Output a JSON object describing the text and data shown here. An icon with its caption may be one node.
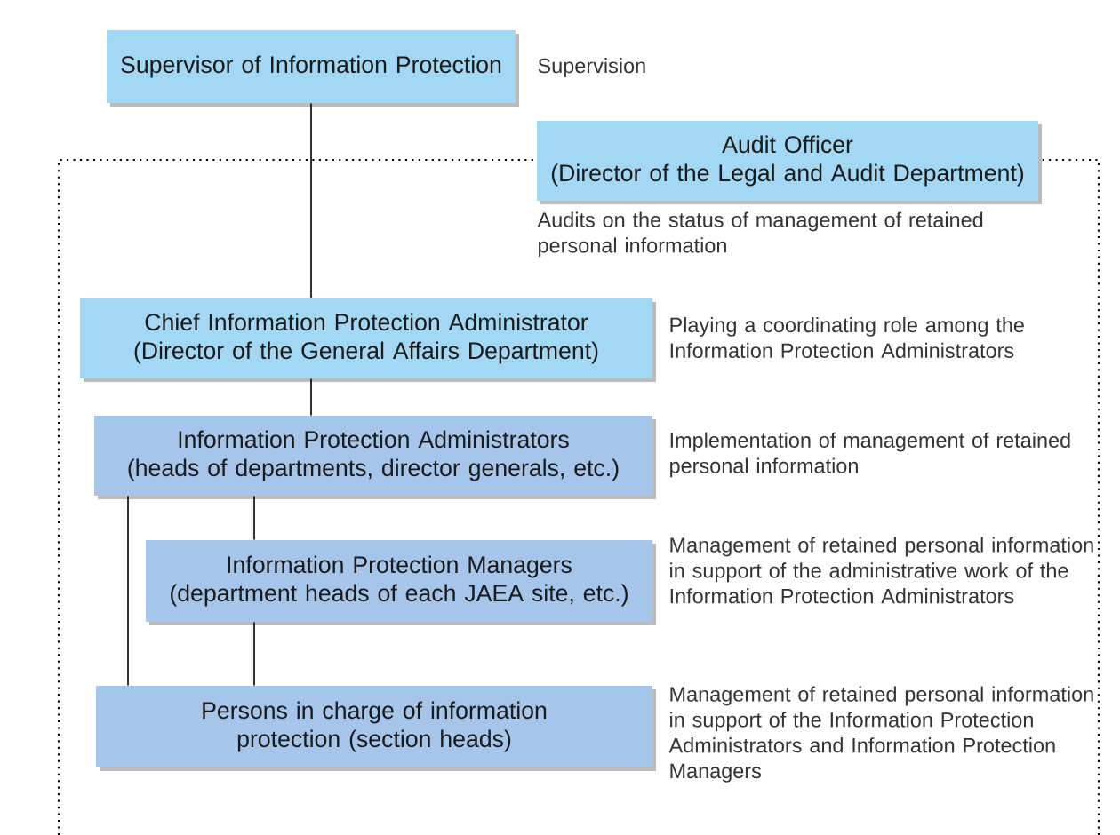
{
  "diagram": {
    "nodes": [
      {
        "text": [
          "Supervisor of Information Protection"
        ],
        "beside": [
          "Supervision"
        ]
      },
      {
        "text": [
          "Audit Officer",
          "(Director of the Legal and Audit Department)"
        ],
        "beside": [
          "Audits on the status of management of retained personal information"
        ]
      },
      {
        "text": [
          "Chief Information Protection Administrator",
          "(Director of the General Affairs Department)"
        ],
        "beside": [
          "Playing a coordinating role among the Information Protection Administrators"
        ]
      },
      {
        "text": [
          "Information Protection Administrators",
          "(heads of departments, director generals, etc.)"
        ],
        "beside": [
          "Implementation of management of retained personal information"
        ]
      },
      {
        "text": [
          "Information Protection Managers",
          "(department heads of each JAEA site, etc.)"
        ],
        "beside": [
          "Management of retained personal information in support of the administrative work of the Information Protection Administrators"
        ]
      },
      {
        "text": [
          "Persons in charge of information protection (section heads)"
        ],
        "beside": [
          "Management of retained personal information in support of the Information Protection Administrators and Information Protection Managers"
        ]
      }
    ],
    "edges": [
      {
        "from": 0,
        "to": 2,
        "arrow": "none"
      },
      {
        "from": 2,
        "to": 3,
        "arrow": "none"
      },
      {
        "from": 3,
        "to": 4,
        "arrow": "none"
      },
      {
        "from": 3,
        "to": 5,
        "arrow": "none"
      },
      {
        "from": 4,
        "to": 5,
        "arrow": "none"
      }
    ]
  }
}
